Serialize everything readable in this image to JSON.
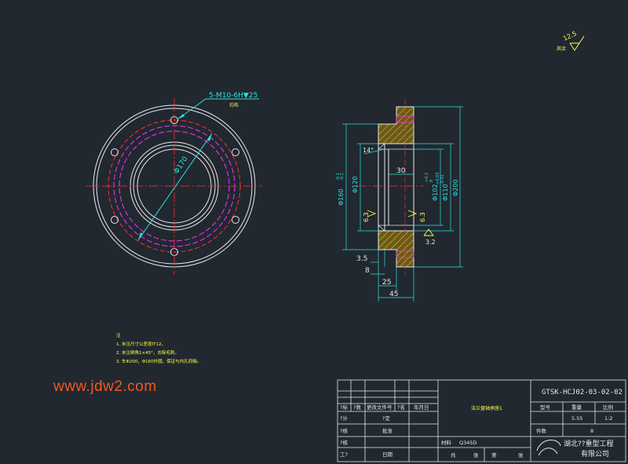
{
  "drawing": {
    "roughness_top": {
      "value": "12.5",
      "note": "其余"
    },
    "front_view": {
      "thread_callout": "5-M10-6H▼25",
      "thread_note": "均布",
      "pcd_label": "Φ170"
    },
    "section_view": {
      "dims": {
        "d160": "Φ160",
        "d160_tol": "-0.1",
        "d160_tol2": "-0.2",
        "d120": "Φ120",
        "d102": "Φ102",
        "d102_tol": "+0.2",
        "d102_tol2": "0",
        "d110": "Φ110",
        "d110_tol": "+0.03",
        "d110_tol2": "-0.01",
        "d200": "Φ200",
        "w30": "30",
        "ang14": "14°",
        "r63a": "6.3",
        "r63b": "6.3",
        "r32": "3.2",
        "l35": "3.5",
        "l8": "8",
        "l25": "25",
        "l45": "45"
      }
    },
    "notes": {
      "title": "注",
      "lines": [
        "1. 未注尺寸公差按IT12。",
        "2. 未注倒角1×45°，去除毛刺。",
        "3. 车Φ200，Φ160外圆，保证与内孔同轴。"
      ]
    }
  },
  "watermark": "www.jdw2.com",
  "title_block": {
    "drawing_no": "GTSK-HCJ02-03-02-02",
    "part_name": "法兰盘轴承座1",
    "material_label": "材料",
    "material": "Q345D",
    "headers": {
      "mark": "?标",
      "count": "?数",
      "doc": "更改文件号",
      "sign": "?名",
      "date": "年月日",
      "type": "型号",
      "weight": "重量",
      "scale": "比例"
    },
    "weight": "5.55",
    "scale": "1:2",
    "qty_label": "件数",
    "qty": "8",
    "rows": [
      {
        "a": "?计",
        "b": "?定"
      },
      {
        "a": "?核",
        "b": "批准"
      },
      {
        "a": "?核",
        "b": ""
      },
      {
        "a": "工?",
        "b": "日期"
      }
    ],
    "sheet_total": "共",
    "sheet_no": "第",
    "sheet_unit": "张",
    "company_line1": "湖北??重型工程",
    "company_line2": "有限公司"
  }
}
